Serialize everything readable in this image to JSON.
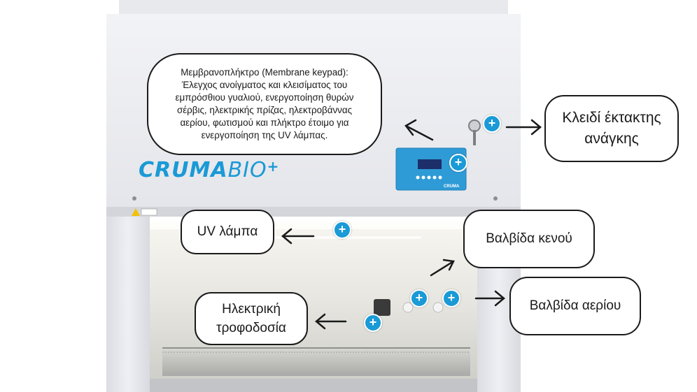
{
  "brand": {
    "name_part1": "CRUMA",
    "name_part2": "BIO",
    "plus": "+",
    "panel_label": "CRUMA"
  },
  "callouts": {
    "keypad": "Μεμβρανοπλήκτρο (Membrane keypad): Έλεγχος ανοίγματος και κλεισίματος του εμπρόσθιου γυαλιού, ενεργοποίηση θυρών σέρβις, ηλεκτρικής πρίζας, ηλεκτροβάννας αερίου, φωτισμού και πλήκτρο έτοιμο για ενεργοποίηση της UV λάμπας.",
    "emergency_key_line1": "Κλειδί έκτακτης",
    "emergency_key_line2": "ανάγκης",
    "uv_lamp": "UV λάμπα",
    "vacuum_valve": "Βαλβίδα κενού",
    "gas_valve": "Βαλβίδα αερίου",
    "power_line1": "Ηλεκτρική",
    "power_line2": "τροφοδοσία"
  },
  "hotspot_symbol": "+",
  "colors": {
    "accent": "#1a9ad6",
    "outline": "#1a1a1a",
    "cabinet": "#e9eaee",
    "panel": "#2f9bd6"
  }
}
